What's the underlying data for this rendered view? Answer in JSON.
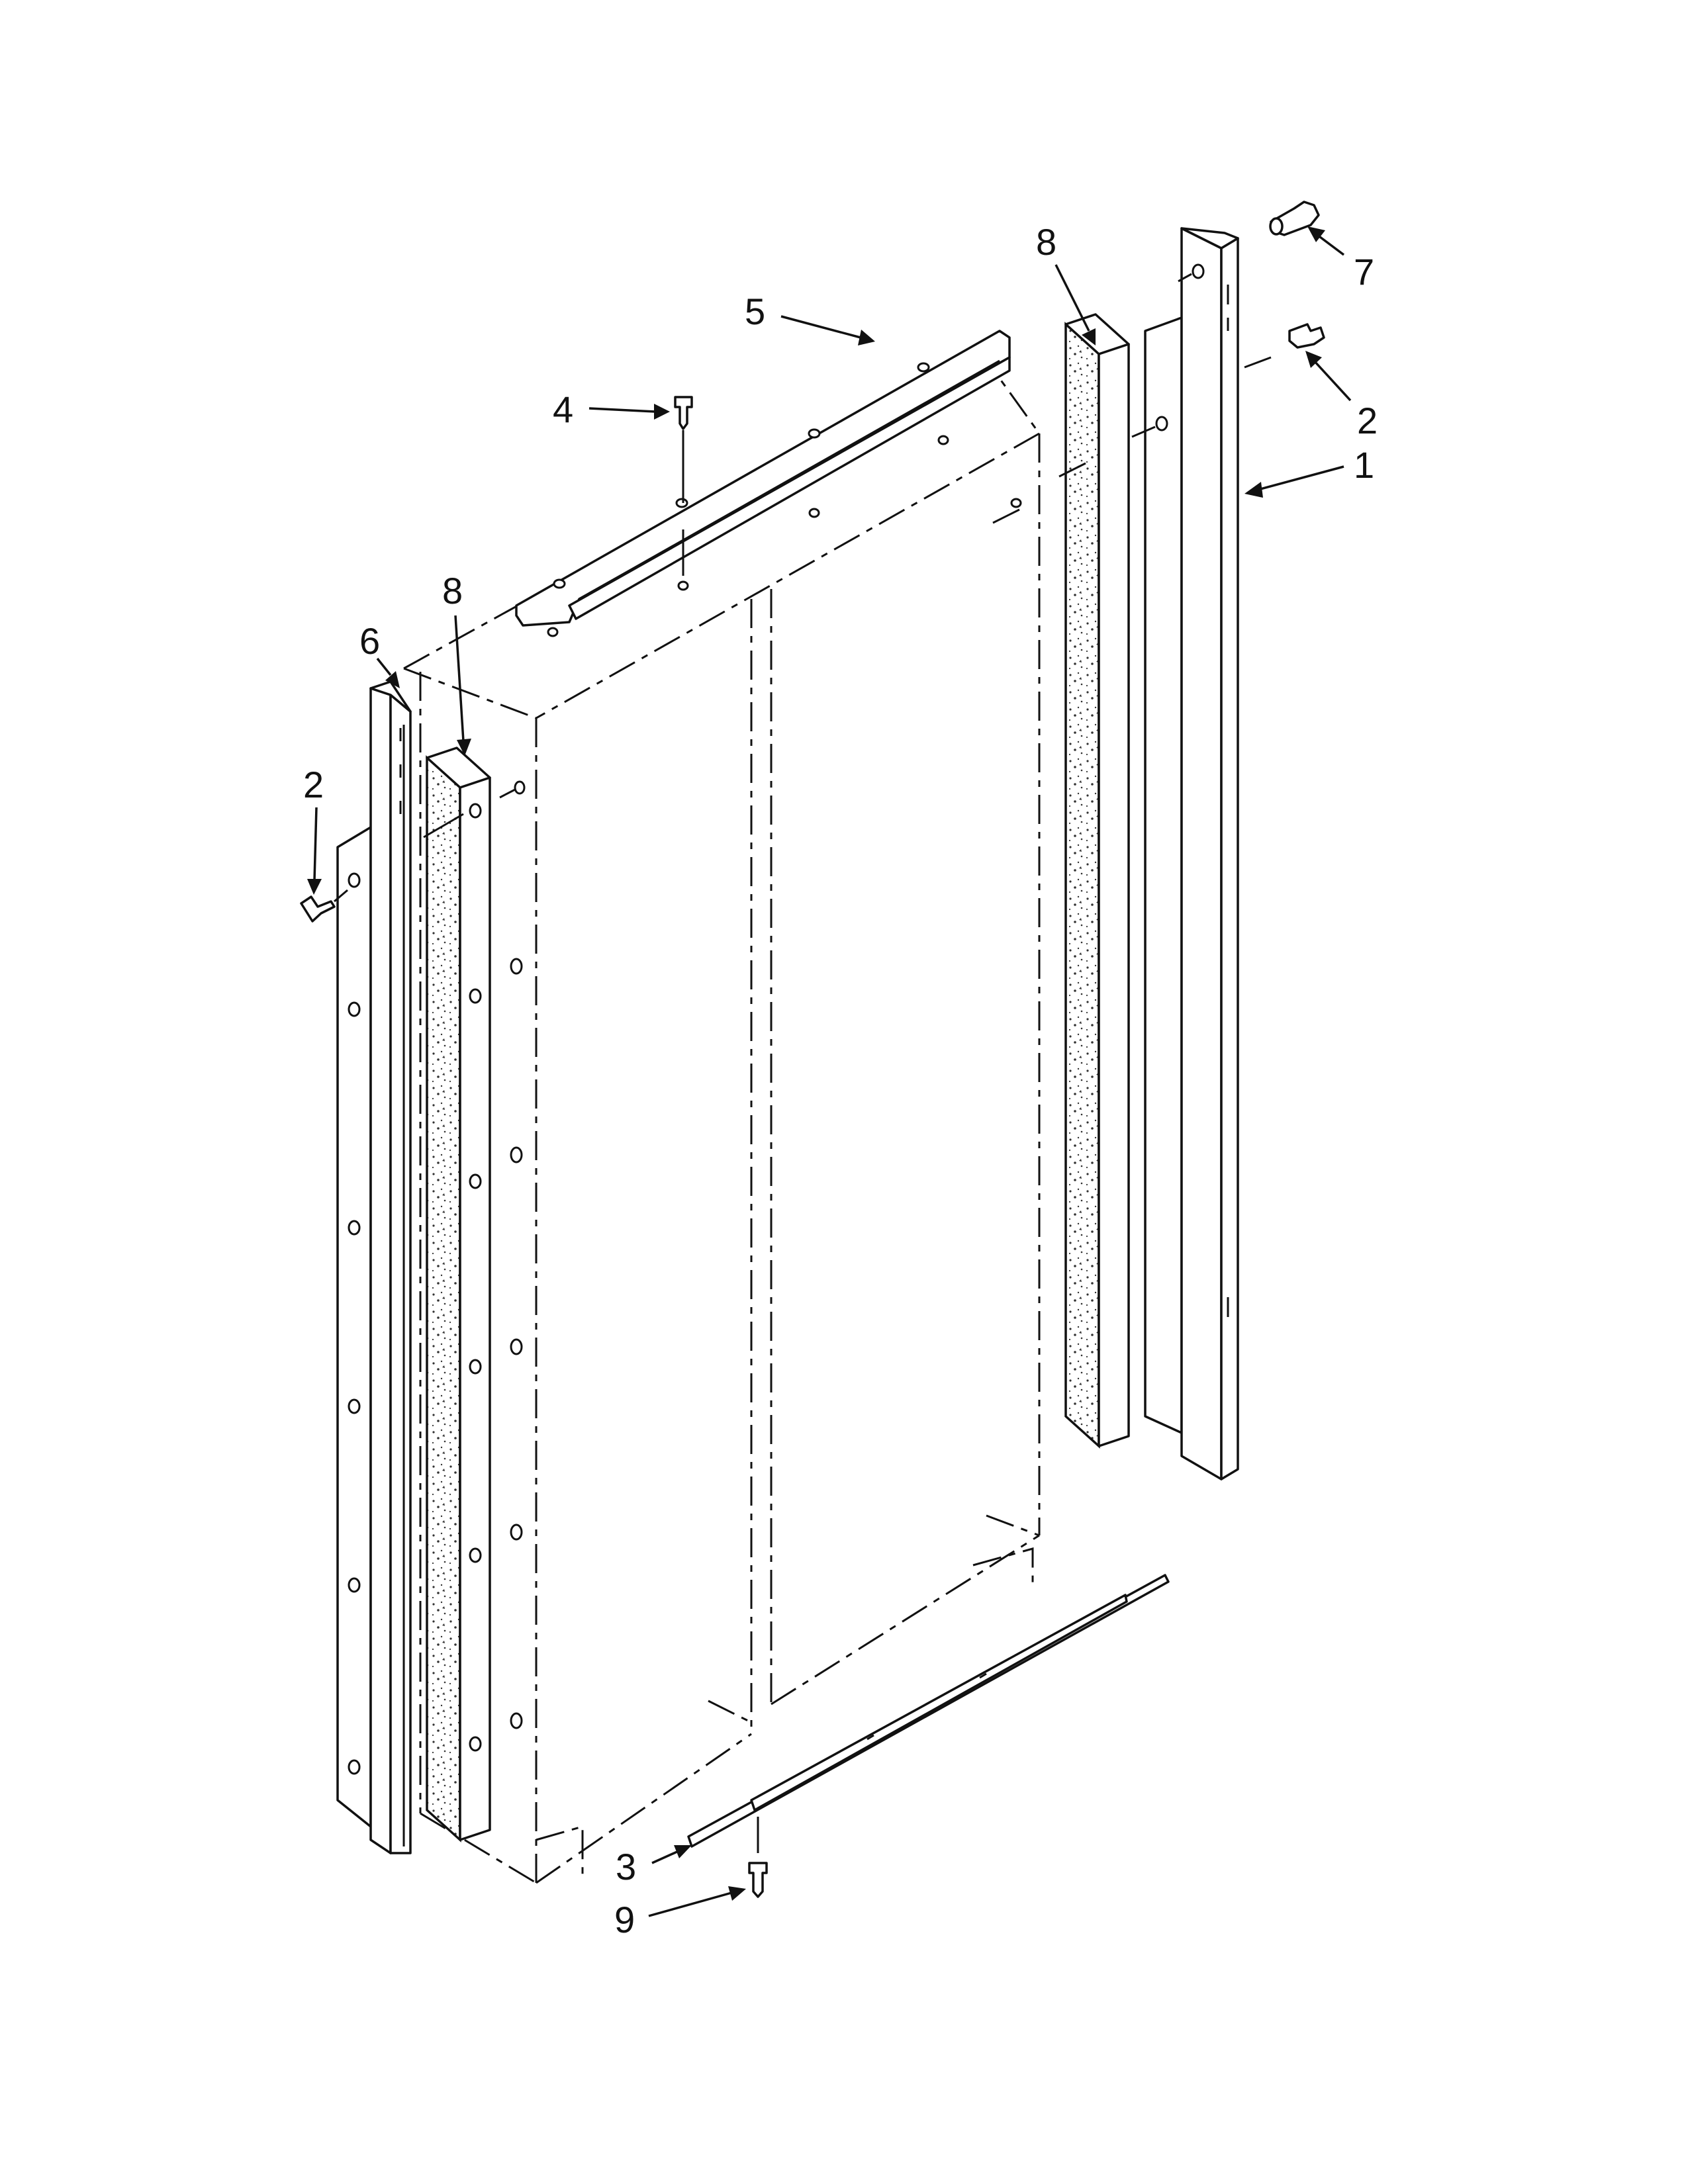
{
  "callouts": {
    "c1": "1",
    "c2a": "2",
    "c2b": "2",
    "c3": "3",
    "c4": "4",
    "c5": "5",
    "c6": "6",
    "c7": "7",
    "c8a": "8",
    "c8b": "8",
    "c9": "9"
  }
}
